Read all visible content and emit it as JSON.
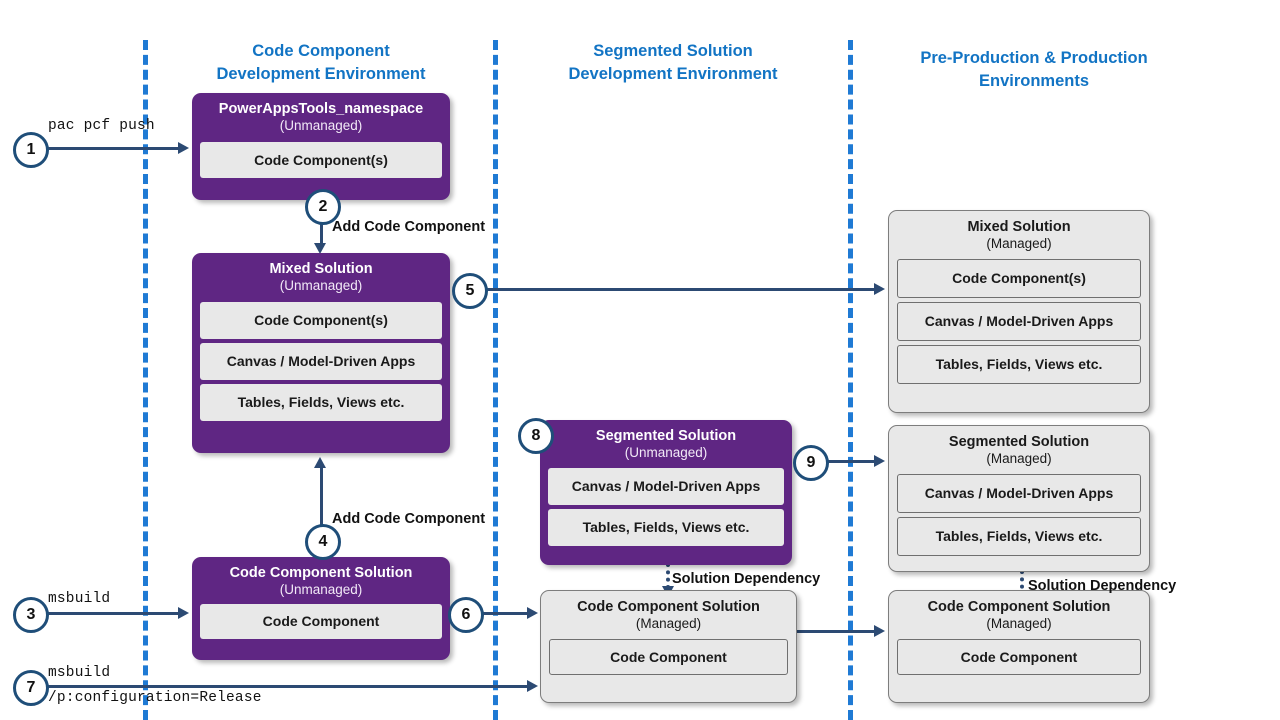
{
  "columns": [
    {
      "title": "Code Component\nDevelopment Environment"
    },
    {
      "title": "Segmented Solution\nDevelopment Environment"
    },
    {
      "title": "Pre-Production & Production\nEnvironments"
    }
  ],
  "column_titles": {
    "c1_l1": "Code Component",
    "c1_l2": "Development Environment",
    "c2_l1": "Segmented Solution",
    "c2_l2": "Development Environment",
    "c3_l1": "Pre-Production & Production",
    "c3_l2": "Environments"
  },
  "boxes": {
    "powerappstools": {
      "title": "PowerAppsTools_namespace",
      "subtitle": "(Unmanaged)",
      "chips": [
        "Code Component(s)"
      ]
    },
    "mixed_unmanaged": {
      "title": "Mixed Solution",
      "subtitle": "(Unmanaged)",
      "chips": [
        "Code Component(s)",
        "Canvas / Model-Driven Apps",
        "Tables, Fields, Views etc."
      ]
    },
    "ccs_unmanaged": {
      "title": "Code Component Solution",
      "subtitle": "(Unmanaged)",
      "chips": [
        "Code Component"
      ]
    },
    "segmented_unmanaged": {
      "title": "Segmented Solution",
      "subtitle": "(Unmanaged)",
      "chips": [
        "Canvas / Model-Driven Apps",
        "Tables, Fields, Views etc."
      ]
    },
    "ccs_managed_dev": {
      "title": "Code Component Solution",
      "subtitle": "(Managed)",
      "chips": [
        "Code Component"
      ]
    },
    "mixed_managed": {
      "title": "Mixed Solution",
      "subtitle": "(Managed)",
      "chips": [
        "Code Component(s)",
        "Canvas / Model-Driven Apps",
        "Tables, Fields, Views etc."
      ]
    },
    "segmented_managed": {
      "title": "Segmented Solution",
      "subtitle": "(Managed)",
      "chips": [
        "Canvas / Model-Driven Apps",
        "Tables, Fields, Views etc."
      ]
    },
    "ccs_managed_prod": {
      "title": "Code Component Solution",
      "subtitle": "(Managed)",
      "chips": [
        "Code Component"
      ]
    }
  },
  "steps": {
    "s1": "1",
    "s2": "2",
    "s3": "3",
    "s4": "4",
    "s5": "5",
    "s6": "6",
    "s7": "7",
    "s8": "8",
    "s9": "9"
  },
  "labels": {
    "cmd_pac_pcf_push": "pac pcf push",
    "cmd_msbuild": "msbuild",
    "cmd_msbuild_release_l1": "msbuild",
    "cmd_msbuild_release_l2": "/p:configuration=Release",
    "add_code_component_top": "Add Code Component",
    "add_code_component_bottom": "Add Code Component",
    "solution_dependency_mid": "Solution Dependency",
    "solution_dependency_right": "Solution Dependency"
  },
  "colors": {
    "purple": "#5F2683",
    "grey_box": "#E8E8E8",
    "accent_blue": "#1274C4",
    "divider_blue": "#1F7AD4",
    "connector": "#2C4A73",
    "badge_ring": "#1F4E79"
  }
}
